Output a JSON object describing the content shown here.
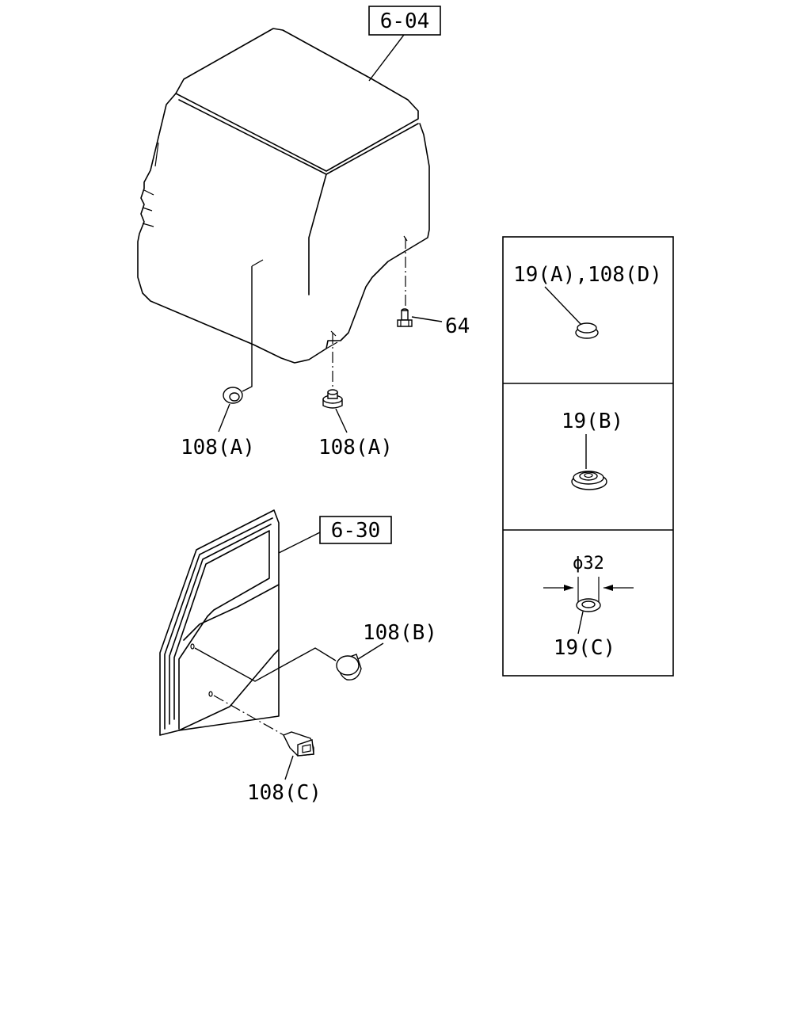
{
  "references": {
    "cab": "6-04",
    "door": "6-30"
  },
  "callouts": {
    "bolt": "64",
    "plug_a_left": "108(A)",
    "plug_a_right": "108(A)",
    "plug_b": "108(B)",
    "plug_c": "108(C)"
  },
  "detail_panels": [
    {
      "label": "19(A),108(D)"
    },
    {
      "label": "19(B)"
    },
    {
      "label": "19(C)",
      "dimension": "ϕ32"
    }
  ]
}
